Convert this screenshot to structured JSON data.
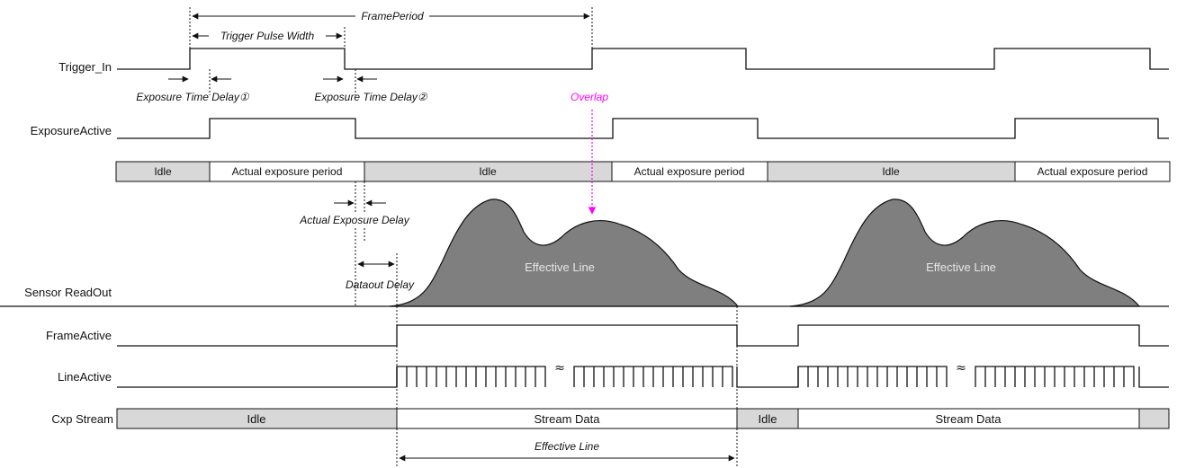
{
  "signals": {
    "trigger_in": "Trigger_In",
    "exposure_active": "ExposureActive",
    "sensor_readout": "Sensor ReadOut",
    "frame_active": "FrameActive",
    "line_active": "LineActive",
    "cxp_stream": "Cxp Stream"
  },
  "annotations": {
    "frame_period": "FramePeriod",
    "trigger_pulse_width": "Trigger Pulse Width",
    "exposure_time_delay_1": "Exposure Time Delay①",
    "exposure_time_delay_2": "Exposure Time Delay②",
    "overlap": "Overlap",
    "actual_exposure_delay": "Actual Exposure Delay",
    "dataout_delay": "Dataout Delay",
    "effective_line_span": "Effective Line"
  },
  "exposure_states": {
    "idle_1": "Idle",
    "actual_1": "Actual exposure period",
    "idle_2": "Idle",
    "actual_2": "Actual exposure period",
    "idle_3": "Idle",
    "actual_3": "Actual exposure period"
  },
  "readout": {
    "effective_line_1": "Effective Line",
    "effective_line_2": "Effective Line"
  },
  "stream_states": {
    "idle_1": "Idle",
    "data_1": "Stream Data",
    "idle_2": "Idle",
    "data_2": "Stream Data"
  },
  "break_symbol": "≈",
  "colors": {
    "idle_fill": "#d8d8d8",
    "active_fill": "#ffffff",
    "readout_fill": "#7f7f7f",
    "readout_text": "#e6e6e6",
    "overlap": "#ff00ff",
    "line": "#111111"
  }
}
